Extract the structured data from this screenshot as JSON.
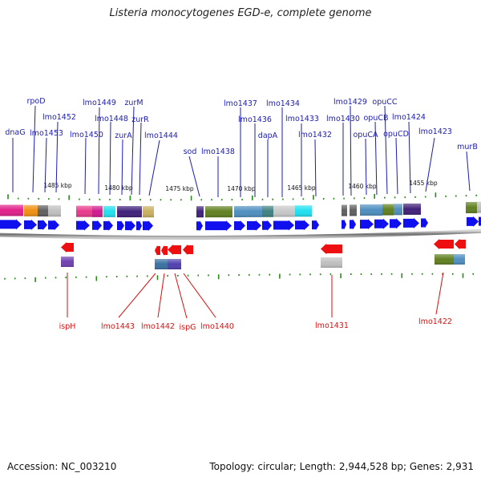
{
  "title": "Listeria monocytogenes EGD-e, complete genome",
  "footer": {
    "accession": "Accession: NC_003210",
    "topology": "Topology: circular; Length: 2,944,528 bp; Genes: 2,931"
  },
  "scale_labels": [
    "1485 kbp",
    "1480 kbp",
    "1475 kbp",
    "1470 kbp",
    "1465 kbp",
    "1460 kbp",
    "1455 kbp"
  ],
  "top_genes": [
    "dnaG",
    "rpoD",
    "lmo1453",
    "lmo1452",
    "lmo1450",
    "lmo1449",
    "lmo1448",
    "zurA",
    "zurM",
    "zurR",
    "lmo1444",
    "sod",
    "lmo1438",
    "lmo1437",
    "lmo1436",
    "lmo1434",
    "dapA",
    "lmo1433",
    "lmo1432",
    "lmo1430",
    "lmo1429",
    "opuCA",
    "opuCB",
    "opuCC",
    "opuCD",
    "lmo1424",
    "lmo1423",
    "murB"
  ],
  "bottom_genes": [
    "ispH",
    "lmo1443",
    "lmo1442",
    "ispG",
    "lmo1440",
    "lmo1431",
    "lmo1422"
  ],
  "colors": {
    "forward_gene": "#1010ee",
    "reverse_gene": "#ee1010",
    "top_label": "#1c1cb0",
    "bottom_label": "#d81010",
    "tick": "#2a8a1a"
  }
}
